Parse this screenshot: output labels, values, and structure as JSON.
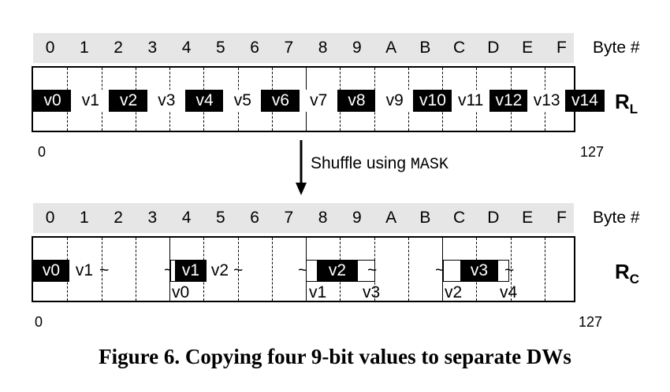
{
  "byte_labels": [
    "0",
    "1",
    "2",
    "3",
    "4",
    "5",
    "6",
    "7",
    "8",
    "9",
    "A",
    "B",
    "C",
    "D",
    "E",
    "F"
  ],
  "byte_header_label": "Byte #",
  "top_register": {
    "name": "R",
    "subscript": "L",
    "values": [
      "v0",
      "v1",
      "v2",
      "v3",
      "v4",
      "v5",
      "v6",
      "v7",
      "v8",
      "v9",
      "v10",
      "v11",
      "v12",
      "v13",
      "v14"
    ],
    "scale_start": "0",
    "scale_end": "127"
  },
  "shuffle": {
    "text": "Shuffle using ",
    "mask": "MASK"
  },
  "bottom_register": {
    "name": "R",
    "subscript": "C",
    "scale_start": "0",
    "scale_end": "127",
    "dwords": [
      {
        "main": "v0",
        "next": "v1",
        "tilde_after": "~",
        "below": []
      },
      {
        "tilde_before": "~",
        "main": "v1",
        "next": "v2",
        "tilde_after": "~",
        "below_prev": "v0"
      },
      {
        "tilde_before": "~",
        "main": "v2",
        "tilde_after": "~",
        "below_prev": "v1",
        "below_next": "v3"
      },
      {
        "tilde_before": "~",
        "main": "v3",
        "tilde_after": "~",
        "below_prev": "v2",
        "below_next": "v4"
      }
    ]
  },
  "caption": "Figure 6. Copying four 9-bit values to separate DWs",
  "colors": {
    "header_bg": "#e6e6e6",
    "dark": "#000000",
    "light": "#ffffff"
  }
}
